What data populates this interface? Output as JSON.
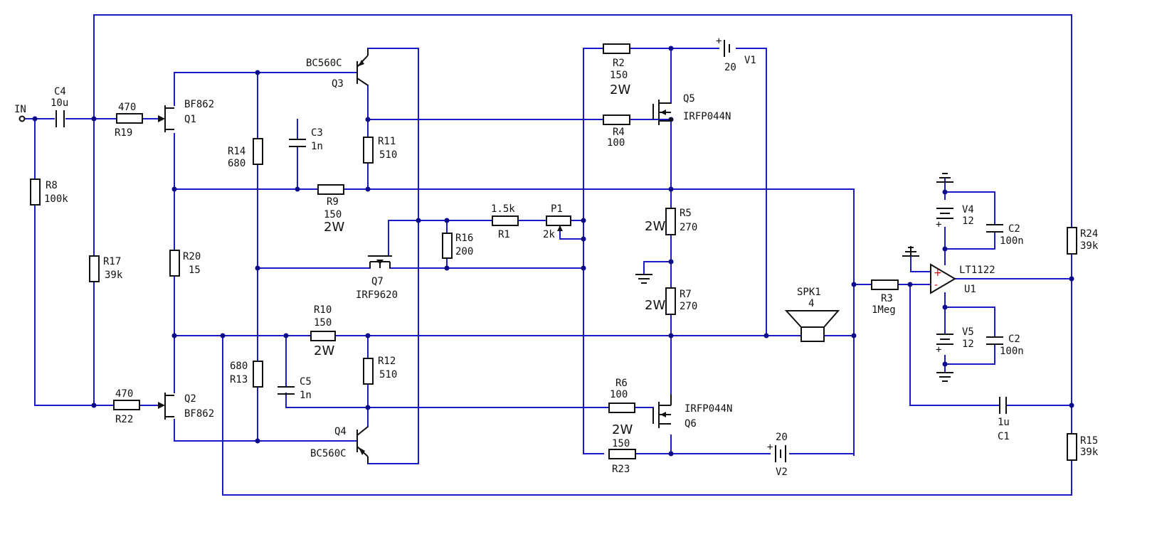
{
  "components": {
    "in": {
      "label": "IN"
    },
    "c4": {
      "ref": "C4",
      "value": "10u"
    },
    "r19": {
      "ref": "R19",
      "value": "470"
    },
    "q1": {
      "ref": "Q1",
      "part": "BF862"
    },
    "r8": {
      "ref": "R8",
      "value": "100k"
    },
    "r17": {
      "ref": "R17",
      "value": "39k"
    },
    "r20": {
      "ref": "R20",
      "value": "15"
    },
    "r22": {
      "ref": "R22",
      "value": "470"
    },
    "q2": {
      "ref": "Q2",
      "part": "BF862"
    },
    "r14": {
      "ref": "R14",
      "value": "680"
    },
    "r13": {
      "ref": "R13",
      "value": "680"
    },
    "q3": {
      "ref": "Q3",
      "part": "BC560C"
    },
    "q4": {
      "ref": "Q4",
      "part": "BC560C"
    },
    "c3": {
      "ref": "C3",
      "value": "1n"
    },
    "c5": {
      "ref": "C5",
      "value": "1n"
    },
    "r11": {
      "ref": "R11",
      "value": "510"
    },
    "r12": {
      "ref": "R12",
      "value": "510"
    },
    "r9": {
      "ref": "R9",
      "value": "150",
      "power": "2W"
    },
    "r10": {
      "ref": "R10",
      "value": "150",
      "power": "2W"
    },
    "q7": {
      "ref": "Q7",
      "part": "IRF9620"
    },
    "r16": {
      "ref": "R16",
      "value": "200"
    },
    "r1": {
      "ref": "R1",
      "value": "1.5k"
    },
    "p1": {
      "ref": "P1",
      "value": "2k"
    },
    "r2": {
      "ref": "R2",
      "value": "150",
      "power": "2W"
    },
    "r4": {
      "ref": "R4",
      "value": "100"
    },
    "q5": {
      "ref": "Q5",
      "part": "IRFP044N"
    },
    "v1": {
      "ref": "V1",
      "value": "20",
      "plus": "+"
    },
    "r5": {
      "ref": "R5",
      "value": "270",
      "power": "2W"
    },
    "r7": {
      "ref": "R7",
      "value": "270",
      "power": "2W"
    },
    "r6": {
      "ref": "R6",
      "value": "100"
    },
    "q6": {
      "ref": "Q6",
      "part": "IRFP044N"
    },
    "r23": {
      "ref": "R23",
      "value": "150",
      "power": "2W"
    },
    "v2": {
      "ref": "V2",
      "value": "20",
      "plus": "+"
    },
    "spk1": {
      "ref": "SPK1",
      "value": "4"
    },
    "r3": {
      "ref": "R3",
      "value": "1Meg"
    },
    "u1": {
      "ref": "U1",
      "part": "LT1122",
      "plus": "+",
      "minus": "-"
    },
    "v4": {
      "ref": "V4",
      "value": "12",
      "plus": "+"
    },
    "v5": {
      "ref": "V5",
      "value": "12",
      "plus": "+"
    },
    "c2a": {
      "ref": "C2",
      "value": "100n"
    },
    "c2b": {
      "ref": "C2",
      "value": "100n"
    },
    "c1": {
      "ref": "C1",
      "value": "1u"
    },
    "r24": {
      "ref": "R24",
      "value": "39k"
    },
    "r15": {
      "ref": "R15",
      "value": "39k"
    }
  },
  "colors": {
    "wire": "#1a1ac8",
    "junction": "#0a0a8a",
    "symbol": "#111111",
    "opamp_pin": "#cc0000"
  }
}
